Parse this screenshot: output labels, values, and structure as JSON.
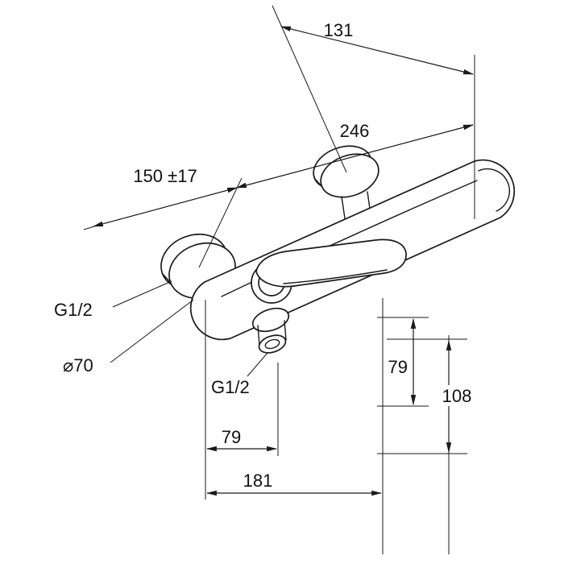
{
  "drawing": {
    "kind": "faucet-dimensional-drawing",
    "colors": {
      "line": "#1a1a1a",
      "background": "#ffffff"
    },
    "labels": {
      "dim_depth": "131",
      "dim_length": "246",
      "dim_wall": "150 ±17",
      "thread_wall": "G1/2",
      "escutcheon_diameter": "⌀70",
      "thread_outlet": "G1/2",
      "dim_height_upper": "79",
      "dim_height_total": "108",
      "dim_offset_outlet": "79",
      "dim_offset_total": "181"
    }
  }
}
